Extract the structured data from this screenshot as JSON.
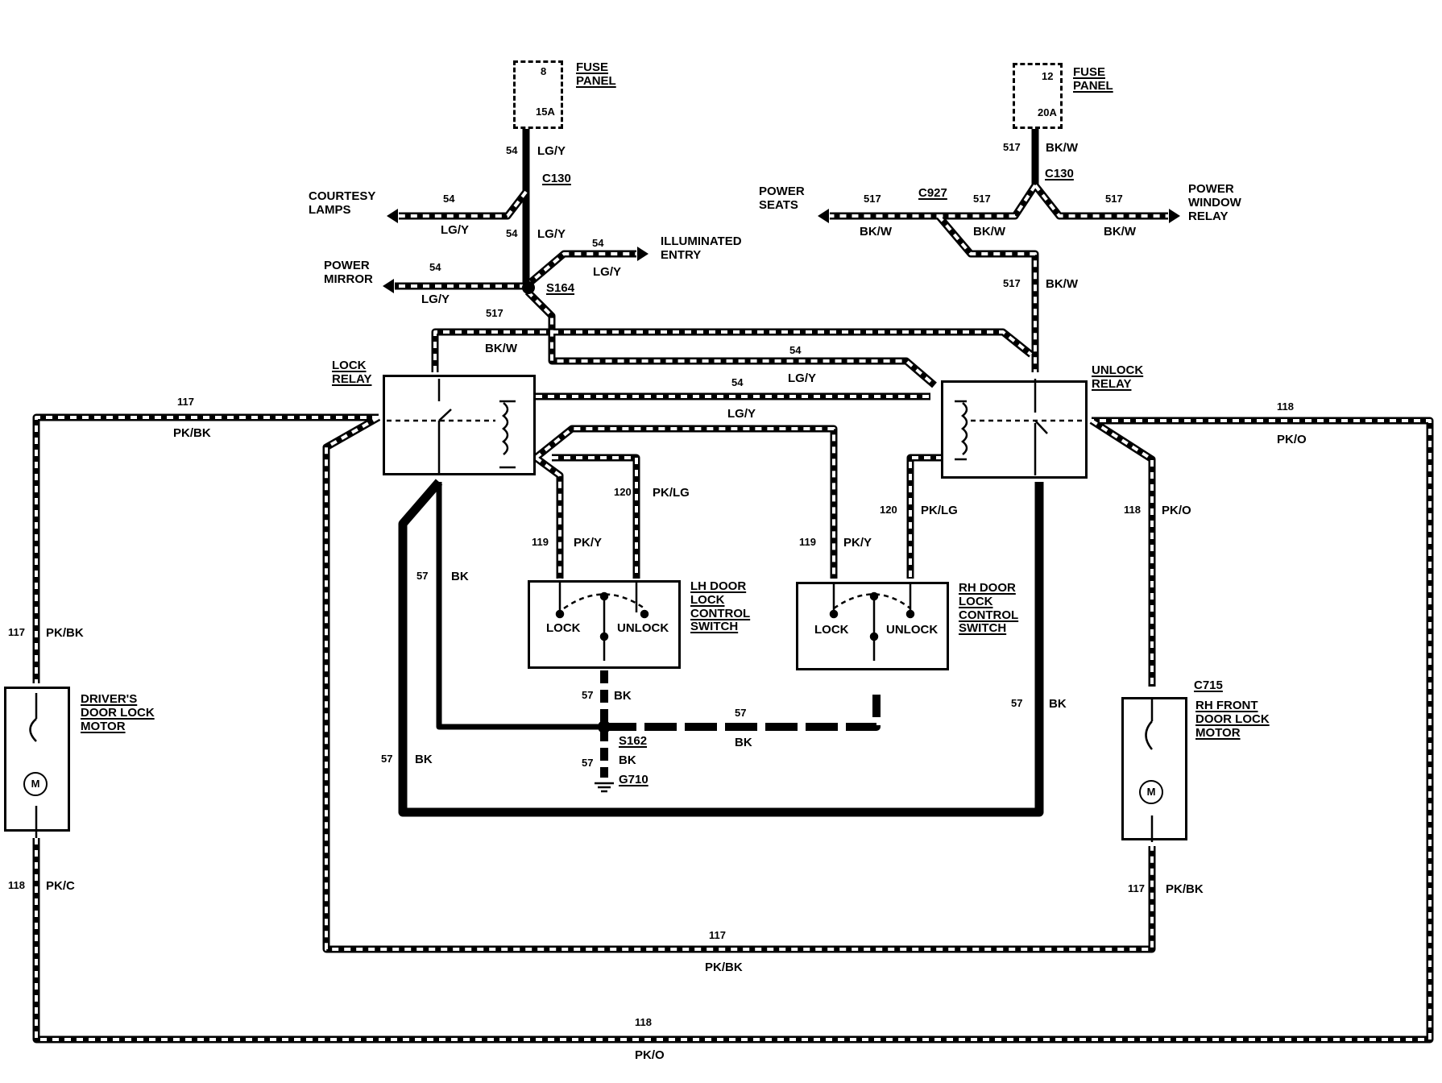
{
  "fuse_left": {
    "title": [
      "FUSE",
      "PANEL"
    ],
    "number": "8",
    "rating": "15A"
  },
  "fuse_right": {
    "title": [
      "FUSE",
      "PANEL"
    ],
    "number": "12",
    "rating": "20A"
  },
  "connectors": {
    "c130_left": "C130",
    "c130_right": "C130",
    "c927": "C927",
    "c715": "C715"
  },
  "splices": {
    "s164": "S164",
    "s162": "S162"
  },
  "ground": "G710",
  "destinations": {
    "courtesy_lamps": [
      "COURTESY",
      "LAMPS"
    ],
    "power_mirror": [
      "POWER",
      "MIRROR"
    ],
    "illuminated_entry": [
      "ILLUMINATED",
      "ENTRY"
    ],
    "power_seats": [
      "POWER",
      "SEATS"
    ],
    "power_window_relay": [
      "POWER",
      "WINDOW",
      "RELAY"
    ]
  },
  "components": {
    "lock_relay": [
      "LOCK",
      "RELAY"
    ],
    "unlock_relay": [
      "UNLOCK",
      "RELAY"
    ],
    "lh_switch": [
      "LH DOOR",
      "LOCK",
      "CONTROL",
      "SWITCH"
    ],
    "rh_switch": [
      "RH DOOR",
      "LOCK",
      "CONTROL",
      "SWITCH"
    ],
    "lh_switch_lock": "LOCK",
    "lh_switch_unlock": "UNLOCK",
    "rh_switch_lock": "LOCK",
    "rh_switch_unlock": "UNLOCK",
    "driver_motor": [
      "DRIVER'S",
      "DOOR LOCK",
      "MOTOR"
    ],
    "rh_motor": [
      "RH FRONT",
      "DOOR LOCK",
      "MOTOR"
    ],
    "motor_symbol": "M"
  },
  "wire_labels": {
    "w54_fuse_num": "54",
    "w54_fuse_color": "LG/Y",
    "w54_courtesy_num": "54",
    "w54_courtesy_color": "LG/Y",
    "w54_trunk_num": "54",
    "w54_trunk_color": "LG/Y",
    "w54_illum_num": "54",
    "w54_illum_color": "LG/Y",
    "w54_mirror_num": "54",
    "w54_mirror_color": "LG/Y",
    "w517_fuse_num": "517",
    "w517_fuse_color": "BK/W",
    "w517_seats_num": "517",
    "w517_seats_color": "BK/W",
    "w517_mid_num": "517",
    "w517_mid_color": "BK/W",
    "w517_window_num": "517",
    "w517_window_color": "BK/W",
    "w517_down_num": "517",
    "w517_down_color": "BK/W",
    "w517_lock_num": "517",
    "w517_lock_color": "BK/W",
    "w54_upper_num": "54",
    "w54_upper_color": "LG/Y",
    "w54_lower_num": "54",
    "w54_lower_color": "LG/Y",
    "w117_top_num": "117",
    "w117_top_color": "PK/BK",
    "w118_top_num": "118",
    "w118_top_color": "PK/O",
    "w120_lh_num": "120",
    "w120_lh_color": "PK/LG",
    "w120_rh_num": "120",
    "w120_rh_color": "PK/LG",
    "w119_lh_num": "119",
    "w119_lh_color": "PK/Y",
    "w119_rh_num": "119",
    "w119_rh_color": "PK/Y",
    "w118_right_num": "118",
    "w118_right_color": "PK/O",
    "w117_left_num": "117",
    "w117_left_color": "PK/BK",
    "w57_inner_num": "57",
    "w57_inner_color": "BK",
    "w57_outer_num": "57",
    "w57_outer_color": "BK",
    "w57_switch_num": "57",
    "w57_switch_color": "BK",
    "w57_bus_num": "57",
    "w57_bus_color": "BK",
    "w57_ground_num": "57",
    "w57_ground_color": "BK",
    "w57_right_num": "57",
    "w57_right_color": "BK",
    "w118_driver_num": "118",
    "w118_driver_color": "PK/C",
    "w117_rhmotor_num": "117",
    "w117_rhmotor_color": "PK/BK",
    "w117_bottom_num": "117",
    "w117_bottom_color": "PK/BK",
    "w118_bottom_num": "118",
    "w118_bottom_color": "PK/O"
  }
}
